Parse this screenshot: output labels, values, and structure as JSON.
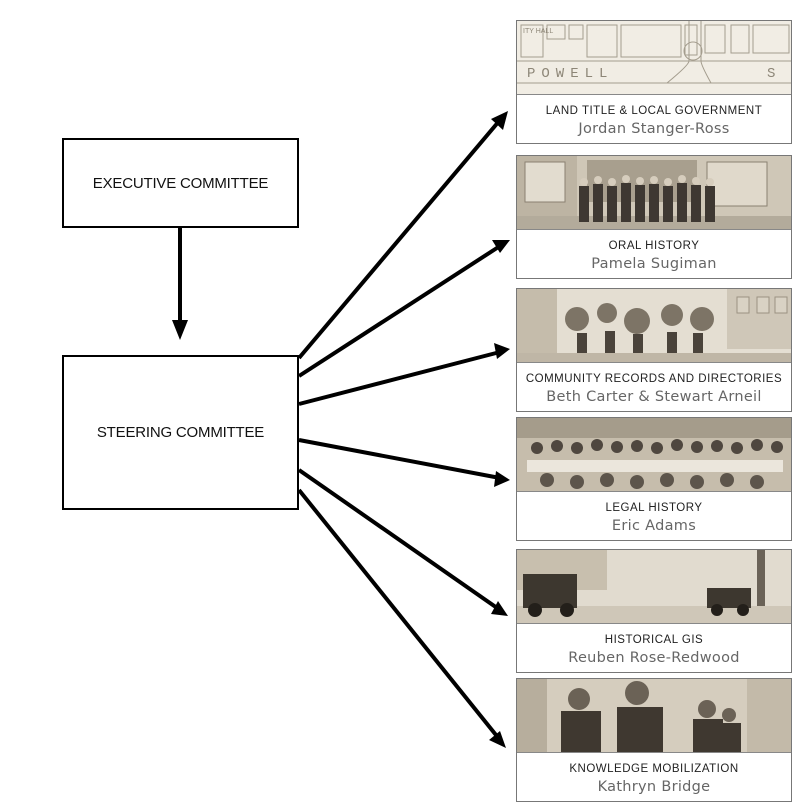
{
  "executive": {
    "label": "EXECUTIVE COMMITTEE"
  },
  "steering": {
    "label": "STEERING COMMITTEE"
  },
  "clusters": [
    {
      "area": "LAND TITLE & LOCAL GOVERNMENT",
      "lead": "Jordan Stanger-Ross",
      "photo_text": [
        "ITY HALL",
        "POWELL",
        "S"
      ]
    },
    {
      "area": "ORAL HISTORY",
      "lead": "Pamela Sugiman"
    },
    {
      "area": "COMMUNITY RECORDS AND DIRECTORIES",
      "lead": "Beth Carter & Stewart Arneil"
    },
    {
      "area": "LEGAL HISTORY",
      "lead": "Eric Adams"
    },
    {
      "area": "HISTORICAL GIS",
      "lead": "Reuben Rose-Redwood"
    },
    {
      "area": "KNOWLEDGE MOBILIZATION",
      "lead": "Kathryn Bridge"
    }
  ],
  "colors": {
    "sepia_light": "#e9e4d9",
    "sepia_mid": "#c9c0b0",
    "sepia_dark": "#6f665a",
    "map_ink": "#9a9384"
  }
}
